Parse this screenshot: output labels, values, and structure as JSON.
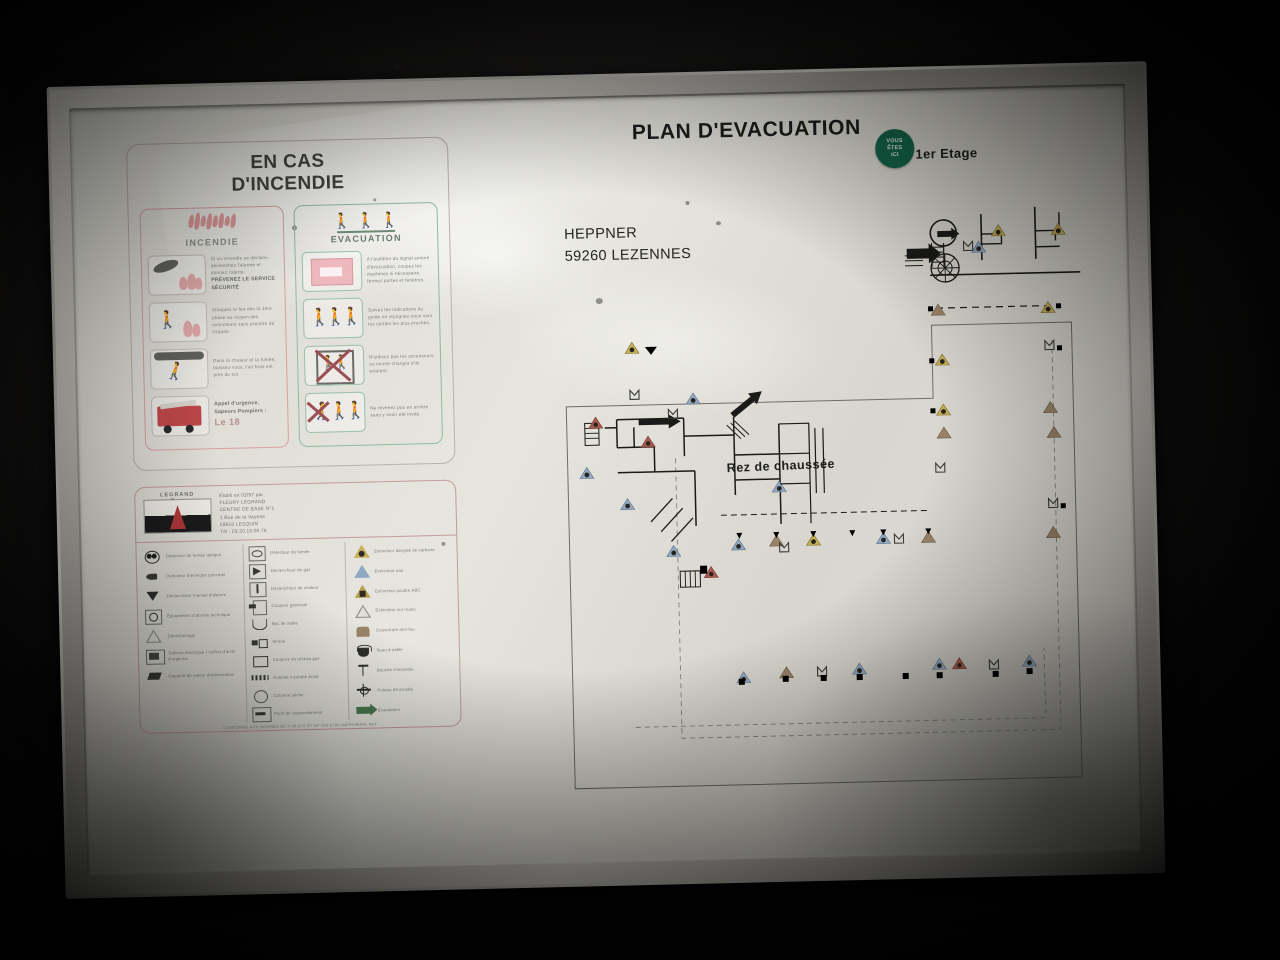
{
  "scene": {
    "object": "framed evacuation plan sign on dark wall",
    "frame_color": "#b4b2ab",
    "sheet_color": "#e0ded7"
  },
  "plan": {
    "title": "PLAN D'EVACUATION",
    "site_name": "HEPPNER",
    "site_address": "59260 LEZENNES",
    "ground_floor_label": "Rez de chaussée",
    "upper_floor_label": "1er Etage",
    "you_are_here": "VOUS ÊTES ICI",
    "you_are_here_lines": [
      "VOUS",
      "ÊTES",
      "ICI"
    ],
    "you_are_here_color": "#14674a"
  },
  "fire_card": {
    "title_line1": "EN CAS",
    "title_line2": "D'INCENDIE",
    "incendie": {
      "heading": "INCENDIE",
      "heading_word_color": "#d98a8a",
      "rows": [
        {
          "icon": "hand-pulling-alarm-icon",
          "text": "Si un incendie se déclare, déclenchez l'alarme et donnez l'alerte.",
          "emphasis": "PRÉVENEZ LE SERVICE SÉCURITÉ",
          "big": ""
        },
        {
          "icon": "person-fighting-fire-icon",
          "text": "Attaquez le feu dès la 1ère phase au moyen des extincteurs sans prendre de risques.",
          "emphasis": "",
          "big": ""
        },
        {
          "icon": "person-crawling-smoke-icon",
          "text": "Dans la chaleur et la fumée, baissez-vous, l'air frais est près du sol.",
          "emphasis": "",
          "big": ""
        },
        {
          "icon": "fire-truck-icon",
          "text": "Appel d'urgence, Sapeurs Pompiers :",
          "emphasis": "",
          "big": "Le 18"
        }
      ]
    },
    "evacuation": {
      "heading": "EVACUATION",
      "heading_icon": "three-running-figures-icon",
      "rows": [
        {
          "icon": "alarm-box-icon",
          "text": "A l'audition du signal sonore d'évacuation, coupez les machines si nécessaire, fermez portes et fenêtres.",
          "emphasis": "",
          "big": ""
        },
        {
          "icon": "three-walking-figures-icon",
          "text": "Suivez les indications du guide ou rejoignez-vous vers les sorties les plus proches.",
          "emphasis": "",
          "big": ""
        },
        {
          "icon": "no-elevator-icon",
          "text": "N'utilisez pas les ascenseurs ou monte-charges s'ils existent.",
          "emphasis": "",
          "big": ""
        },
        {
          "icon": "no-return-figure-icon",
          "text": "Ne revenez pas en arrière sans y avoir été invité.",
          "emphasis": "",
          "big": ""
        }
      ]
    }
  },
  "legend_card": {
    "brand": "LEGRAND",
    "brand_icon": "flame-logo-icon",
    "address_lines": [
      "Établi en 02/97 par",
      "FLEURY LEGRAND",
      "CENTRE DE BASE N°1",
      "1 Rue de la Vayette",
      "59810 LESQUIN",
      "Tél : 03.20.16.00.76"
    ],
    "column1": [
      {
        "icon": "smoke-detector-icon",
        "label": "Détecteur\nde fumée optique"
      },
      {
        "icon": "gas-detector-icon",
        "label": "Détecteur\nthermique ponctuel"
      },
      {
        "icon": "sprinkler-icon",
        "label": "Déclencheur\nmanuel d'alarme"
      },
      {
        "icon": "alarm-bell-icon",
        "label": "Équipement\nd'alarme technique"
      },
      {
        "icon": "extinguisher-small-icon",
        "label": "Désenfumage"
      },
      {
        "icon": "electrical-panel-icon",
        "label": "Tableau électrique / coffret\nd'arrêt d'urgence"
      },
      {
        "icon": "key-box-icon",
        "label": "Coupure\nde vanne d'alimentation"
      }
    ],
    "column2": [
      {
        "icon": "gas-valve-icon",
        "label": "Détecteur\nde fumée"
      },
      {
        "icon": "water-valve-icon",
        "label": "Déclencheur\nde gaz"
      },
      {
        "icon": "heat-valve-icon",
        "label": "Déclencheur\nde chaleur"
      },
      {
        "icon": "cut-off-icon",
        "label": "Coupure\ngénérale"
      },
      {
        "icon": "fire-hose-icon",
        "label": "Bac de sable"
      },
      {
        "icon": "hydrant-icon",
        "label": "Sirène"
      },
      {
        "icon": "mail-icon",
        "label": "Coupure\ndu réseau gaz"
      },
      {
        "icon": "hose-reel-icon",
        "label": "Robinet Incendie Armé"
      },
      {
        "icon": "circle-valve-icon",
        "label": "Colonne sèche"
      },
      {
        "icon": "arrow-box-icon",
        "label": "Point de rassemblement"
      }
    ],
    "column3": [
      {
        "icon": "triangle-yellow-icon",
        "color": "#c9b055",
        "label": "Extincteur\ndioxyde de carbone"
      },
      {
        "icon": "triangle-blue-icon",
        "color": "#8fa7c0",
        "label": "Extincteur eau"
      },
      {
        "icon": "triangle-olive-icon",
        "color": "#b8a04e",
        "label": "Extincteur poudre ABC"
      },
      {
        "icon": "triangle-outline-icon",
        "color": "#e1dfd8",
        "label": "Extincteur sur roues"
      },
      {
        "icon": "blanket-icon",
        "color": "#9a8469",
        "label": "Couverture\nanti-feu"
      },
      {
        "icon": "sand-bucket-icon",
        "color": "#3a3a36",
        "label": "Seau à sable"
      },
      {
        "icon": "smoke-hatch-icon",
        "color": "#3a3a36",
        "label": "Bouche d'incendie"
      },
      {
        "icon": "smoke-vent-cross-icon",
        "color": "#3a3a36",
        "label": "Poteau d'incendie"
      },
      {
        "icon": "green-arrow-icon",
        "color": "#4a7a52",
        "label": "Évacuation"
      }
    ],
    "footnote": "CONFORME AUX NORMES NF X 08-070 ET NF ISO 6790 IMPRIMERIE NAT."
  },
  "map_symbols": {
    "extinguisher_colors": {
      "co2": "#c9b055",
      "water": "#8fa7c0",
      "powder": "#b8a04e",
      "foam": "#9a8469",
      "red": "#a85a4e"
    },
    "door_marker": "M",
    "wall_color": "#1a1a18"
  }
}
